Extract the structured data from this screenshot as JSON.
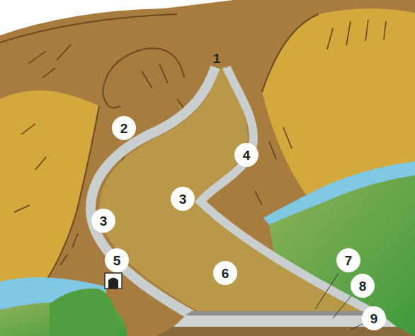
{
  "diagram": {
    "nodes": [
      {
        "text": [
          "2"
        ]
      },
      {
        "text": [
          "4"
        ]
      },
      {
        "text": [
          "3"
        ]
      },
      {
        "text": [
          "3"
        ]
      },
      {
        "text": [
          "5"
        ]
      },
      {
        "text": [
          "7"
        ]
      },
      {
        "text": [
          "6"
        ]
      },
      {
        "text": [
          "8"
        ]
      },
      {
        "text": [
          "9"
        ]
      }
    ],
    "labels": [
      "1"
    ]
  }
}
